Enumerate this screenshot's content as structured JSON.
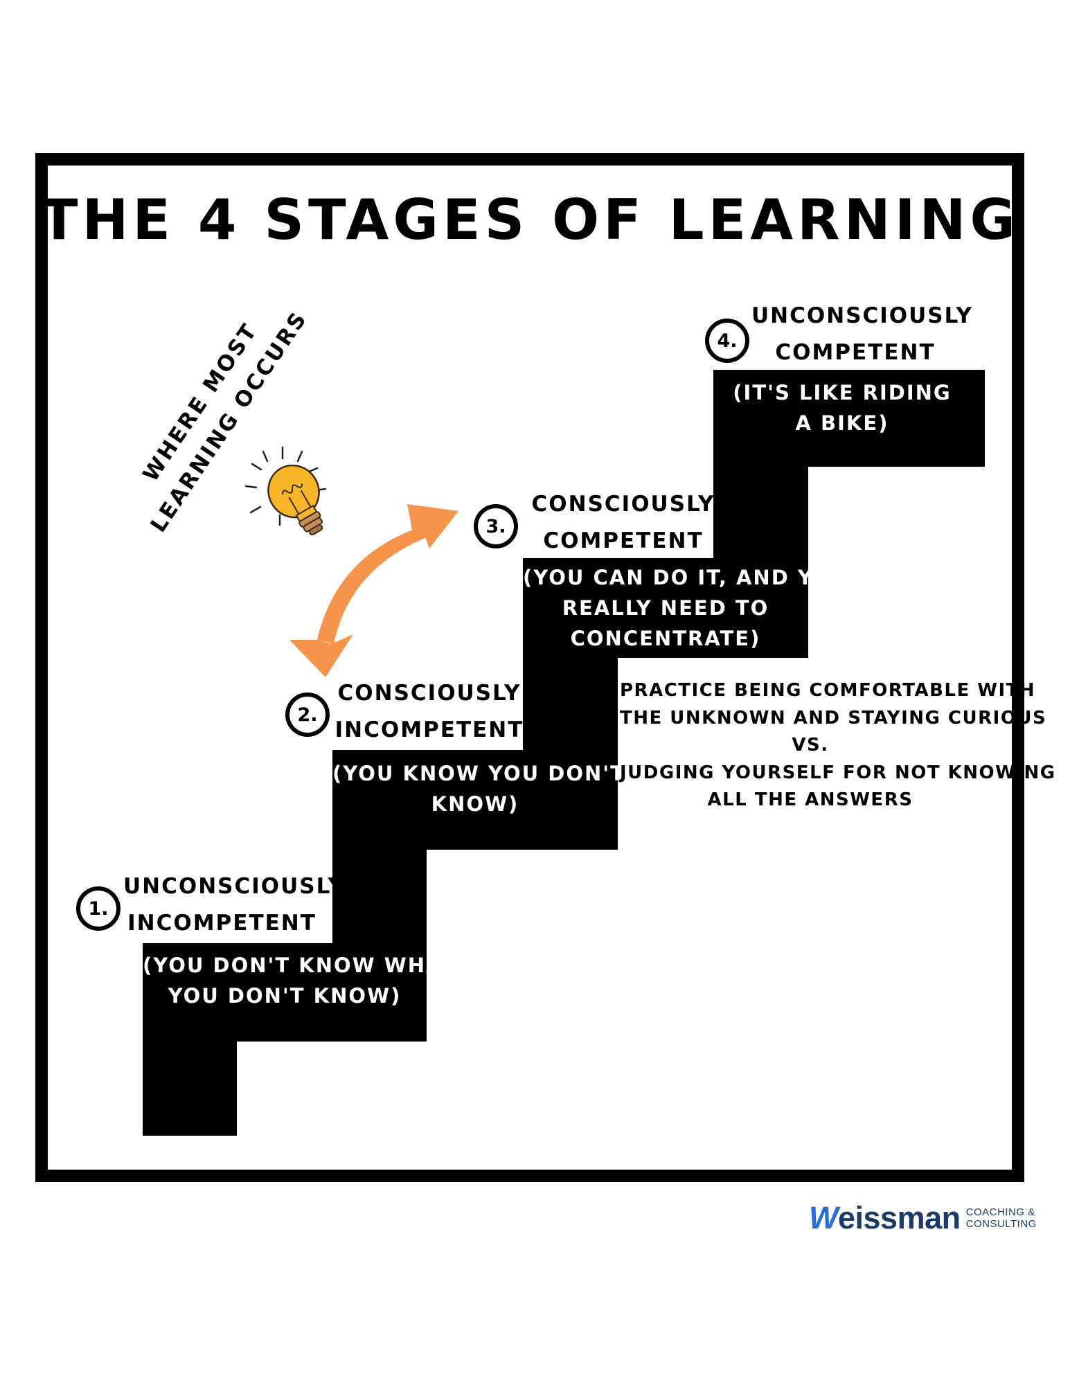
{
  "title": "THE 4 STAGES OF LEARNING",
  "annotation": {
    "line1": "WHERE MOST",
    "line2": "LEARNING OCCURS"
  },
  "icons": {
    "bulb": "lightbulb-icon",
    "arrow": "double-headed-curved-arrow-icon",
    "arrow_color": "#f7944b",
    "bulb_color": "#f7b529"
  },
  "stages": [
    {
      "number": "1.",
      "title_line1": "UNCONSCIOUSLY",
      "title_line2": "INCOMPETENT",
      "desc_lines": [
        "(YOU DON'T KNOW WHAT",
        "YOU DON'T KNOW)"
      ]
    },
    {
      "number": "2.",
      "title_line1": "CONSCIOUSLY",
      "title_line2": "INCOMPETENT",
      "desc_lines": [
        "(YOU KNOW YOU DON'T",
        "KNOW)"
      ]
    },
    {
      "number": "3.",
      "title_line1": "CONSCIOUSLY",
      "title_line2": "COMPETENT",
      "desc_lines": [
        "(YOU CAN DO IT, AND YOU",
        "REALLY NEED TO",
        "CONCENTRATE)"
      ]
    },
    {
      "number": "4.",
      "title_line1": "UNCONSCIOUSLY",
      "title_line2": "COMPETENT",
      "desc_lines": [
        "(IT'S LIKE RIDING",
        "A BIKE)"
      ]
    }
  ],
  "practice_note": {
    "line1": "PRACTICE BEING COMFORTABLE WITH",
    "line2": "THE UNKNOWN AND STAYING CURIOUS",
    "line3": "VS.",
    "line4": "JUDGING YOURSELF FOR NOT KNOWING",
    "line5": "ALL THE ANSWERS"
  },
  "logo": {
    "initial": "W",
    "rest": "eissman",
    "sub_line1": "COACHING &",
    "sub_line2": "CONSULTING"
  }
}
